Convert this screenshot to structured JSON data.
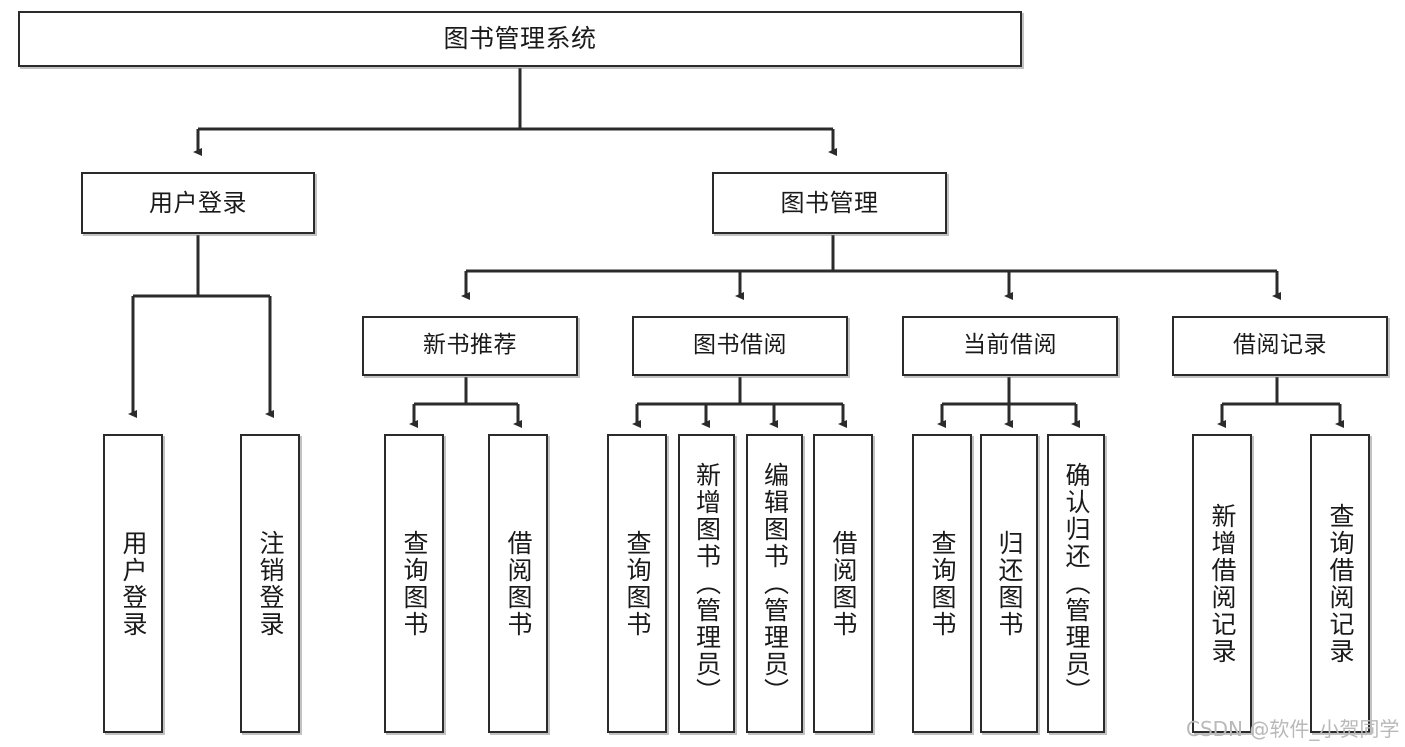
{
  "diagram": {
    "title": "图书管理系统",
    "type": "tree-structure-chart",
    "root": {
      "label": "图书管理系统"
    },
    "level2": [
      {
        "label": "用户登录"
      },
      {
        "label": "图书管理"
      }
    ],
    "level3": [
      {
        "label": "新书推荐"
      },
      {
        "label": "图书借阅"
      },
      {
        "label": "当前借阅"
      },
      {
        "label": "借阅记录"
      }
    ],
    "leaves": {
      "user_login": [
        {
          "label": "用户登录"
        },
        {
          "label": "注销登录"
        }
      ],
      "new_book_recommend": [
        {
          "label": "查询图书"
        },
        {
          "label": "借阅图书"
        }
      ],
      "book_borrow": [
        {
          "label": "查询图书"
        },
        {
          "label": "新增图书（管理员）"
        },
        {
          "label": "编辑图书（管理员）"
        },
        {
          "label": "借阅图书"
        }
      ],
      "current_borrow": [
        {
          "label": "查询图书"
        },
        {
          "label": "归还图书"
        },
        {
          "label": "确认归还（管理员）"
        }
      ],
      "borrow_record": [
        {
          "label": "新增借阅记录"
        },
        {
          "label": "查询借阅记录"
        }
      ]
    }
  },
  "watermark": {
    "text": "CSDN @软件_小贺同学"
  },
  "colors": {
    "stroke": "#2b2b2b",
    "fill": "#ffffff",
    "text": "#1a1a1a",
    "watermark": "#b9b9b9"
  }
}
